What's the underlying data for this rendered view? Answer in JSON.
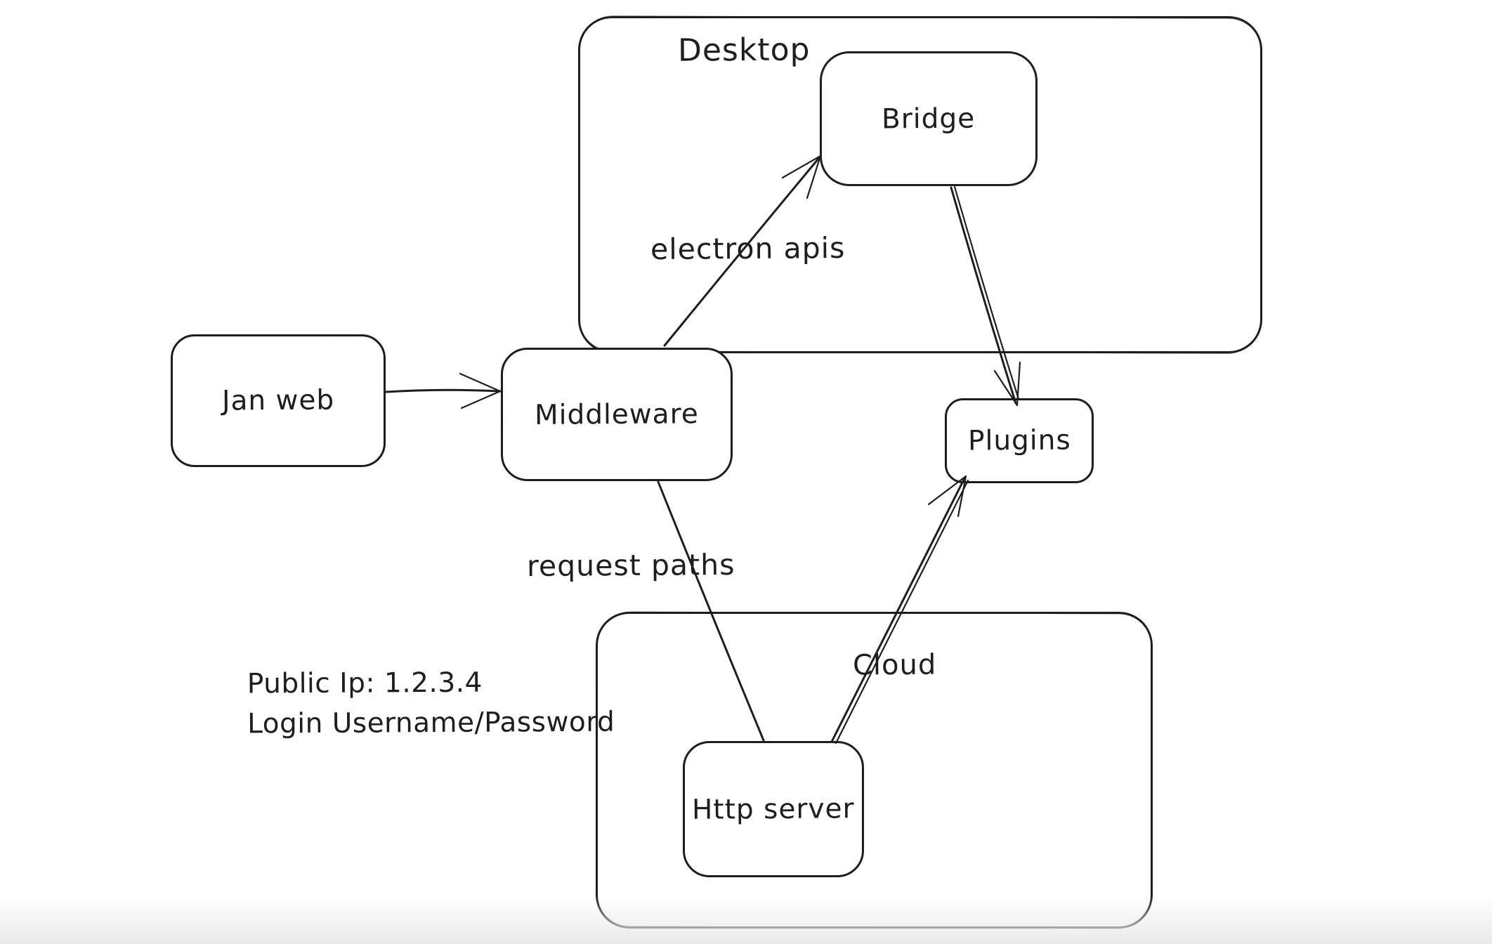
{
  "canvas": {
    "background": "#ffffff",
    "stroke_color": "#1e1e1e"
  },
  "containers": {
    "desktop": {
      "label": "Desktop"
    },
    "cloud": {
      "label": "Cloud"
    }
  },
  "nodes": {
    "jan_web": {
      "label": "Jan web"
    },
    "middleware": {
      "label": "Middleware"
    },
    "bridge": {
      "label": "Bridge"
    },
    "plugins": {
      "label": "Plugins"
    },
    "http_server": {
      "label": "Http server"
    }
  },
  "edge_labels": {
    "electron_apis": {
      "label": "electron apis"
    },
    "request_paths": {
      "label": "request paths"
    }
  },
  "note": {
    "line1": "Public Ip: 1.2.3.4",
    "line2": "Login Username/Password"
  }
}
